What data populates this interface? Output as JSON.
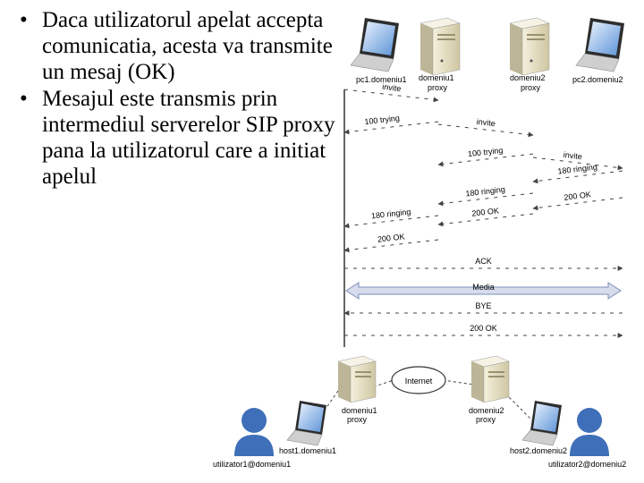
{
  "bullets": [
    "Daca utilizatorul apelat accepta comunicatia, acesta va transmite un mesaj (OK)",
    "Mesajul este transmis prin intermediul serverelor SIP proxy pana la utilizatorul care a initiat apelul"
  ],
  "bullet_symbol": "•",
  "sequence": {
    "participants": [
      {
        "name": "pc1.domeniu1",
        "kind": "laptop"
      },
      {
        "name": "domeniu1",
        "sub": "proxy",
        "kind": "server"
      },
      {
        "name": "domeniu2",
        "sub": "proxy",
        "kind": "server"
      },
      {
        "name": "pc2.domeniu2",
        "kind": "laptop"
      }
    ],
    "messages": [
      {
        "label": "invite",
        "from": 0,
        "to": 1
      },
      {
        "label": "100 trying",
        "from": 1,
        "to": 0
      },
      {
        "label": "invite",
        "from": 1,
        "to": 2
      },
      {
        "label": "100 trying",
        "from": 2,
        "to": 1
      },
      {
        "label": "invite",
        "from": 2,
        "to": 3
      },
      {
        "label": "180 ringing",
        "from": 3,
        "to": 2
      },
      {
        "label": "180 ringing",
        "from": 2,
        "to": 1
      },
      {
        "label": "200 OK",
        "from": 3,
        "to": 2
      },
      {
        "label": "180 ringing",
        "from": 1,
        "to": 0
      },
      {
        "label": "200 OK",
        "from": 2,
        "to": 1
      },
      {
        "label": "200 OK",
        "from": 1,
        "to": 0
      },
      {
        "label": "ACK",
        "from": 0,
        "to": 3
      },
      {
        "label": "Media",
        "from": 0,
        "to": 3,
        "bidirectional": true
      },
      {
        "label": "BYE",
        "from": 3,
        "to": 0
      },
      {
        "label": "200 OK",
        "from": 0,
        "to": 3
      }
    ]
  },
  "topology": {
    "cloud_label": "Internet",
    "server1": {
      "name": "domeniu1",
      "sub": "proxy"
    },
    "server2": {
      "name": "domeniu2",
      "sub": "proxy"
    },
    "host1": "host1.domeniu1",
    "host2": "host2.domeniu2",
    "user1": "utilizator1@domeniu1",
    "user2": "utilizator2@domeniu2"
  },
  "colors": {
    "line": "#444444",
    "media_band": "#d6dceb",
    "media_edge": "#7b8fb8",
    "server_body": "#e8e2c8",
    "laptop_screen": "#3a78c8",
    "user_fill": "#3f6fb8"
  }
}
